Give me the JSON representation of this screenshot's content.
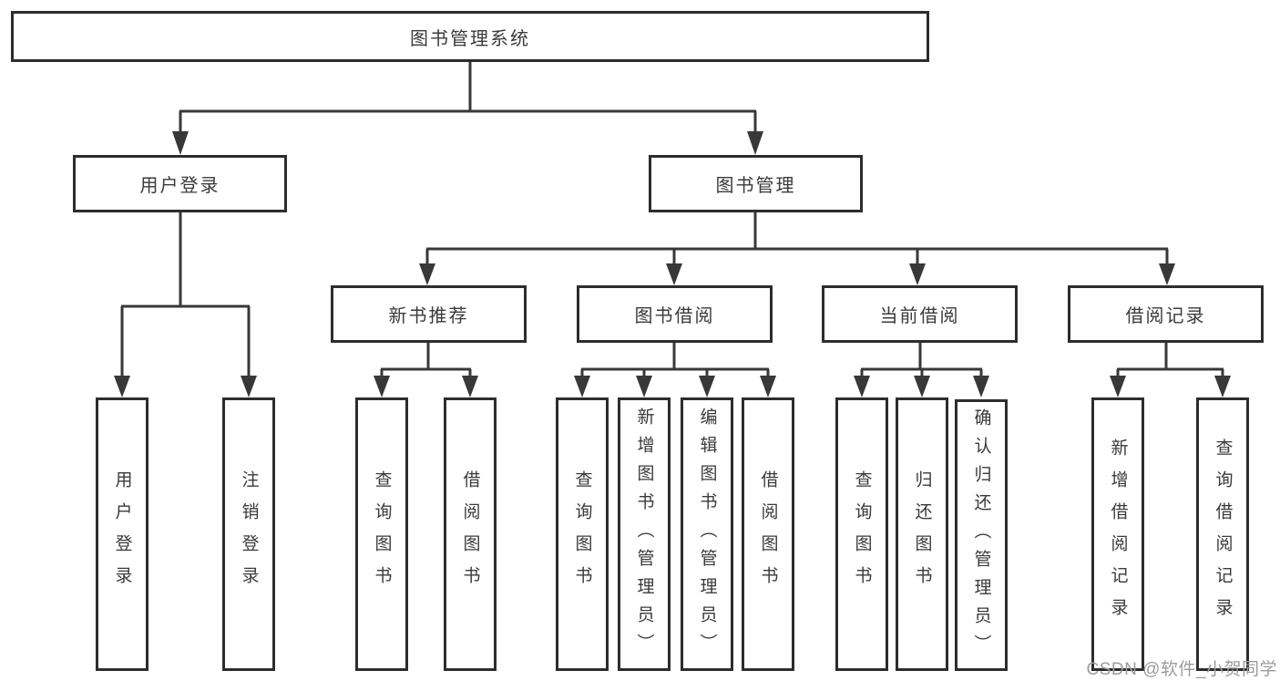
{
  "diagram": {
    "root": {
      "label": "图书管理系统"
    },
    "level2": [
      {
        "label": "用户登录"
      },
      {
        "label": "图书管理"
      }
    ],
    "level3": [
      {
        "label": "新书推荐"
      },
      {
        "label": "图书借阅"
      },
      {
        "label": "当前借阅"
      },
      {
        "label": "借阅记录"
      }
    ],
    "leaves": [
      {
        "label": "用户登录"
      },
      {
        "label": "注销登录"
      },
      {
        "label": "查询图书"
      },
      {
        "label": "借阅图书"
      },
      {
        "label": "查询图书"
      },
      {
        "label": "新增图书（管理员）"
      },
      {
        "label": "编辑图书（管理员）"
      },
      {
        "label": "借阅图书"
      },
      {
        "label": "查询图书"
      },
      {
        "label": "归还图书"
      },
      {
        "label": "确认归还（管理员）"
      },
      {
        "label": "新增借阅记录"
      },
      {
        "label": "查询借阅记录"
      }
    ],
    "colors": {
      "line": "#383838",
      "border": "#2d2d2d",
      "text": "#3a3a3a",
      "watermark": "#9c9c9c"
    }
  },
  "watermark": {
    "text": "CSDN @软件_小贺同学"
  }
}
